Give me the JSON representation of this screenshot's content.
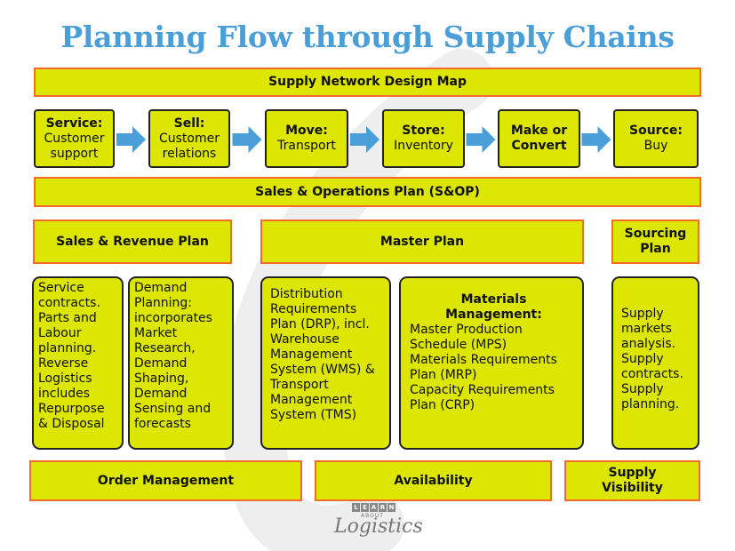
{
  "title": "Planning Flow through Supply Chains",
  "network_bar": "Supply Network Design Map",
  "steps": [
    {
      "head": "Service:",
      "sub": [
        "Customer",
        "support"
      ]
    },
    {
      "head": "Sell:",
      "sub": [
        "Customer",
        "relations"
      ]
    },
    {
      "head": "Move:",
      "sub": [
        "Transport"
      ]
    },
    {
      "head": "Store:",
      "sub": [
        "Inventory"
      ]
    },
    {
      "head_lines": [
        "Make or",
        "Convert"
      ]
    },
    {
      "head": "Source:",
      "sub": [
        "Buy"
      ]
    }
  ],
  "sop_bar": "Sales & Operations Plan (S&OP)",
  "plans": {
    "sales": "Sales & Revenue Plan",
    "master": "Master Plan",
    "sourcing": [
      "Sourcing",
      "Plan"
    ]
  },
  "panels": {
    "service": [
      "Service",
      "contracts.",
      "Parts and",
      "Labour",
      "planning.",
      "Reverse",
      "Logistics",
      "includes",
      "Repurpose",
      "& Disposal"
    ],
    "demand": [
      "Demand",
      "Planning:",
      "incorporates",
      "Market",
      "Research,",
      "Demand",
      "Shaping,",
      "Demand",
      "Sensing and",
      "forecasts"
    ],
    "distribution": [
      "Distribution",
      "Requirements",
      "Plan (DRP), incl.",
      "Warehouse",
      "Management",
      "System (WMS) &",
      "Transport",
      "Management",
      "System (TMS)"
    ],
    "materials_head": [
      "Materials",
      "Management:"
    ],
    "materials": [
      "Master Production",
      "Schedule (MPS)",
      "Materials Requirements",
      "Plan (MRP)",
      "Capacity Requirements",
      "Plan (CRP)"
    ],
    "supply": [
      "Supply",
      "markets",
      "analysis.",
      "Supply",
      "contracts.",
      "Supply",
      "planning."
    ]
  },
  "bottom": {
    "order": "Order Management",
    "availability": "Availability",
    "visibility": [
      "Supply",
      "Visibility"
    ]
  },
  "logo": {
    "letters": [
      "L",
      "E",
      "A",
      "R",
      "N"
    ],
    "about": "ABOUT",
    "main": "Logistics"
  },
  "colors": {
    "box_fill": "#dde600",
    "bar_border": "#f26b2a",
    "title": "#4a9fd8",
    "arrow": "#4a9fd8"
  }
}
